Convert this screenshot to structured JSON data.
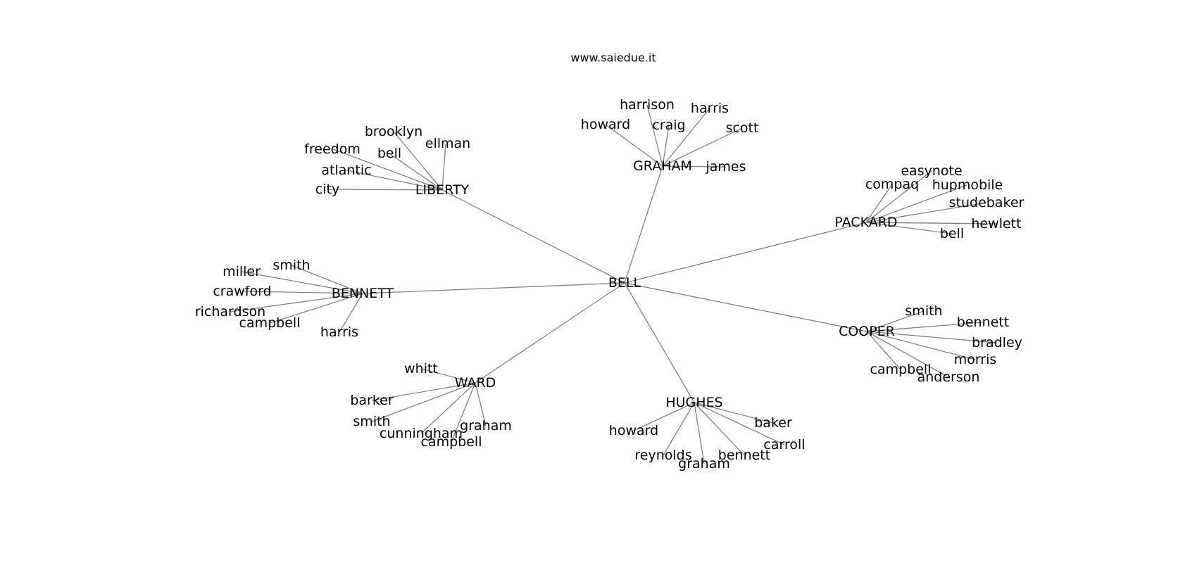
{
  "title": "www.saiedue.it",
  "colors": {
    "edge": "#808080",
    "text": "#000000",
    "background": "#ffffff"
  },
  "graph": {
    "root": "BELL",
    "clusters": [
      {
        "hub": "LIBERTY",
        "leaves": [
          "brooklyn",
          "ellman",
          "freedom",
          "bell",
          "atlantic",
          "city"
        ]
      },
      {
        "hub": "GRAHAM",
        "leaves": [
          "harrison",
          "harris",
          "howard",
          "craig",
          "scott",
          "james"
        ]
      },
      {
        "hub": "PACKARD",
        "leaves": [
          "easynote",
          "compaq",
          "hupmobile",
          "studebaker",
          "hewlett",
          "bell"
        ]
      },
      {
        "hub": "BENNETT",
        "leaves": [
          "smith",
          "miller",
          "crawford",
          "richardson",
          "campbell",
          "harris"
        ]
      },
      {
        "hub": "COOPER",
        "leaves": [
          "smith",
          "bennett",
          "bradley",
          "morris",
          "campbell",
          "anderson"
        ]
      },
      {
        "hub": "WARD",
        "leaves": [
          "whitt",
          "barker",
          "smith",
          "cunningham",
          "graham",
          "campbell"
        ]
      },
      {
        "hub": "HUGHES",
        "leaves": [
          "howard",
          "baker",
          "carroll",
          "reynolds",
          "bennett",
          "graham"
        ]
      }
    ]
  }
}
